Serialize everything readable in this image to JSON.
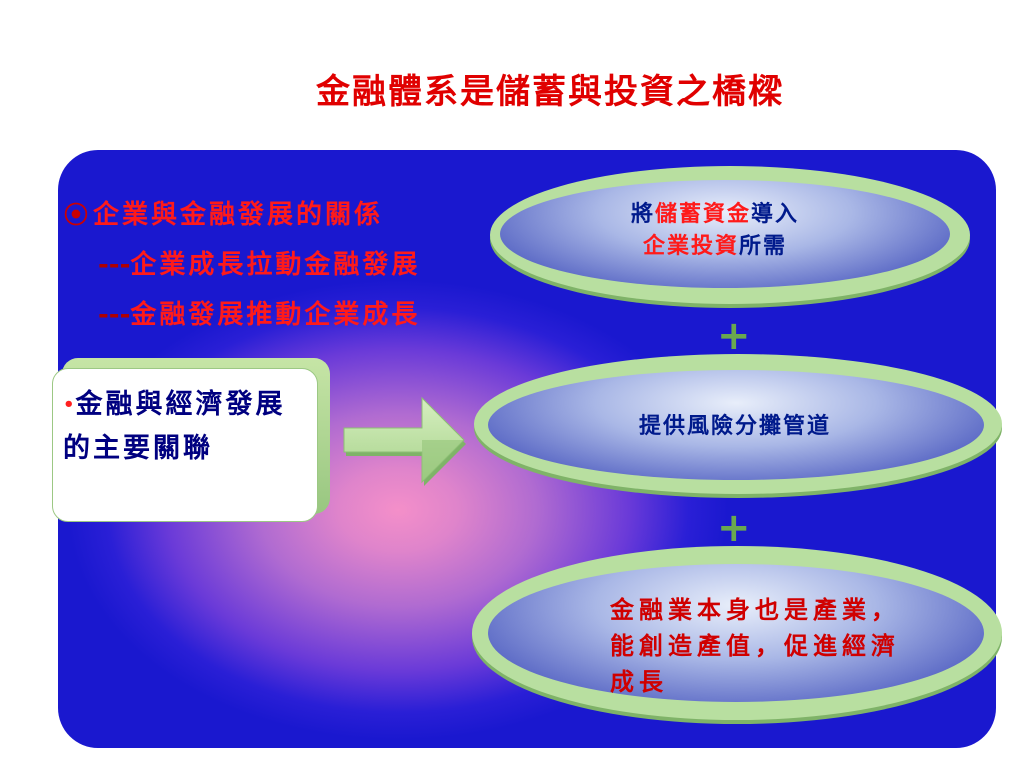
{
  "title": "金融體系是儲蓄與投資之橋樑",
  "colors": {
    "title": "#e00000",
    "panel_edge": "#1a18cf",
    "panel_center": "#f48fc9",
    "bullet_text": "#ff1a1a",
    "callout_text": "#000080",
    "ellipse_ring": "#b8dfa0",
    "plus": "#6aa84f"
  },
  "bullets": {
    "icon": "target-icon",
    "main": "企業與金融發展的關係",
    "sub": [
      {
        "dash": "---",
        "text": "企業成長拉動金融發展"
      },
      {
        "dash": "---",
        "text": "金融發展推動企業成長"
      }
    ]
  },
  "callout": {
    "bullet": "•",
    "text": "金融與經濟發展的主要關聯"
  },
  "arrow": {
    "icon": "right-arrow-icon"
  },
  "ellipses": [
    {
      "parts": [
        {
          "text": "將",
          "color": "navy"
        },
        {
          "text": "儲蓄資金",
          "color": "red"
        },
        {
          "text": "導入",
          "color": "navy"
        }
      ],
      "line2": [
        {
          "text": "企業投資",
          "color": "red"
        },
        {
          "text": "所需",
          "color": "navy"
        }
      ]
    },
    {
      "text": "提供風險分攤管道"
    },
    {
      "text": "金融業本身也是產業，能創造產值，促進經濟成長"
    }
  ],
  "plus_sign": "+"
}
